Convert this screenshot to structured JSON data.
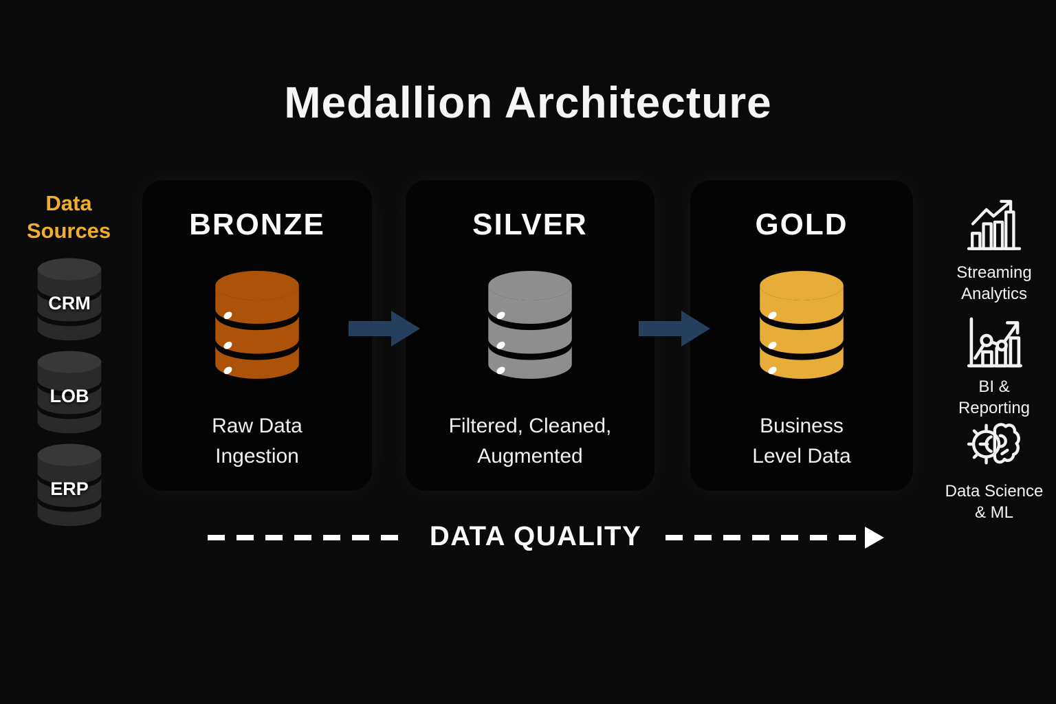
{
  "title": "Medallion Architecture",
  "colors": {
    "accent_gold": "#F0AD2E",
    "bronze": "#AD5309",
    "silver": "#8E8E8E",
    "gold": "#E8AC38",
    "arrow_navy": "#24405E",
    "source_body": "#2A2A2A",
    "source_top": "#383838"
  },
  "data_sources": {
    "label": "Data\nSources",
    "items": [
      {
        "label": "CRM"
      },
      {
        "label": "LOB"
      },
      {
        "label": "ERP"
      }
    ]
  },
  "stages": [
    {
      "name": "BRONZE",
      "caption": "Raw Data\nIngestion"
    },
    {
      "name": "SILVER",
      "caption": "Filtered, Cleaned,\nAugmented"
    },
    {
      "name": "GOLD",
      "caption": "Business\nLevel Data"
    }
  ],
  "quality_axis": {
    "label": "DATA QUALITY"
  },
  "consumers": [
    {
      "label": "Streaming\nAnalytics",
      "icon": "bar-chart-trend-icon"
    },
    {
      "label": "BI &\nReporting",
      "icon": "line-bar-chart-icon"
    },
    {
      "label": "Data Science\n& ML",
      "icon": "gear-brain-icon"
    }
  ]
}
